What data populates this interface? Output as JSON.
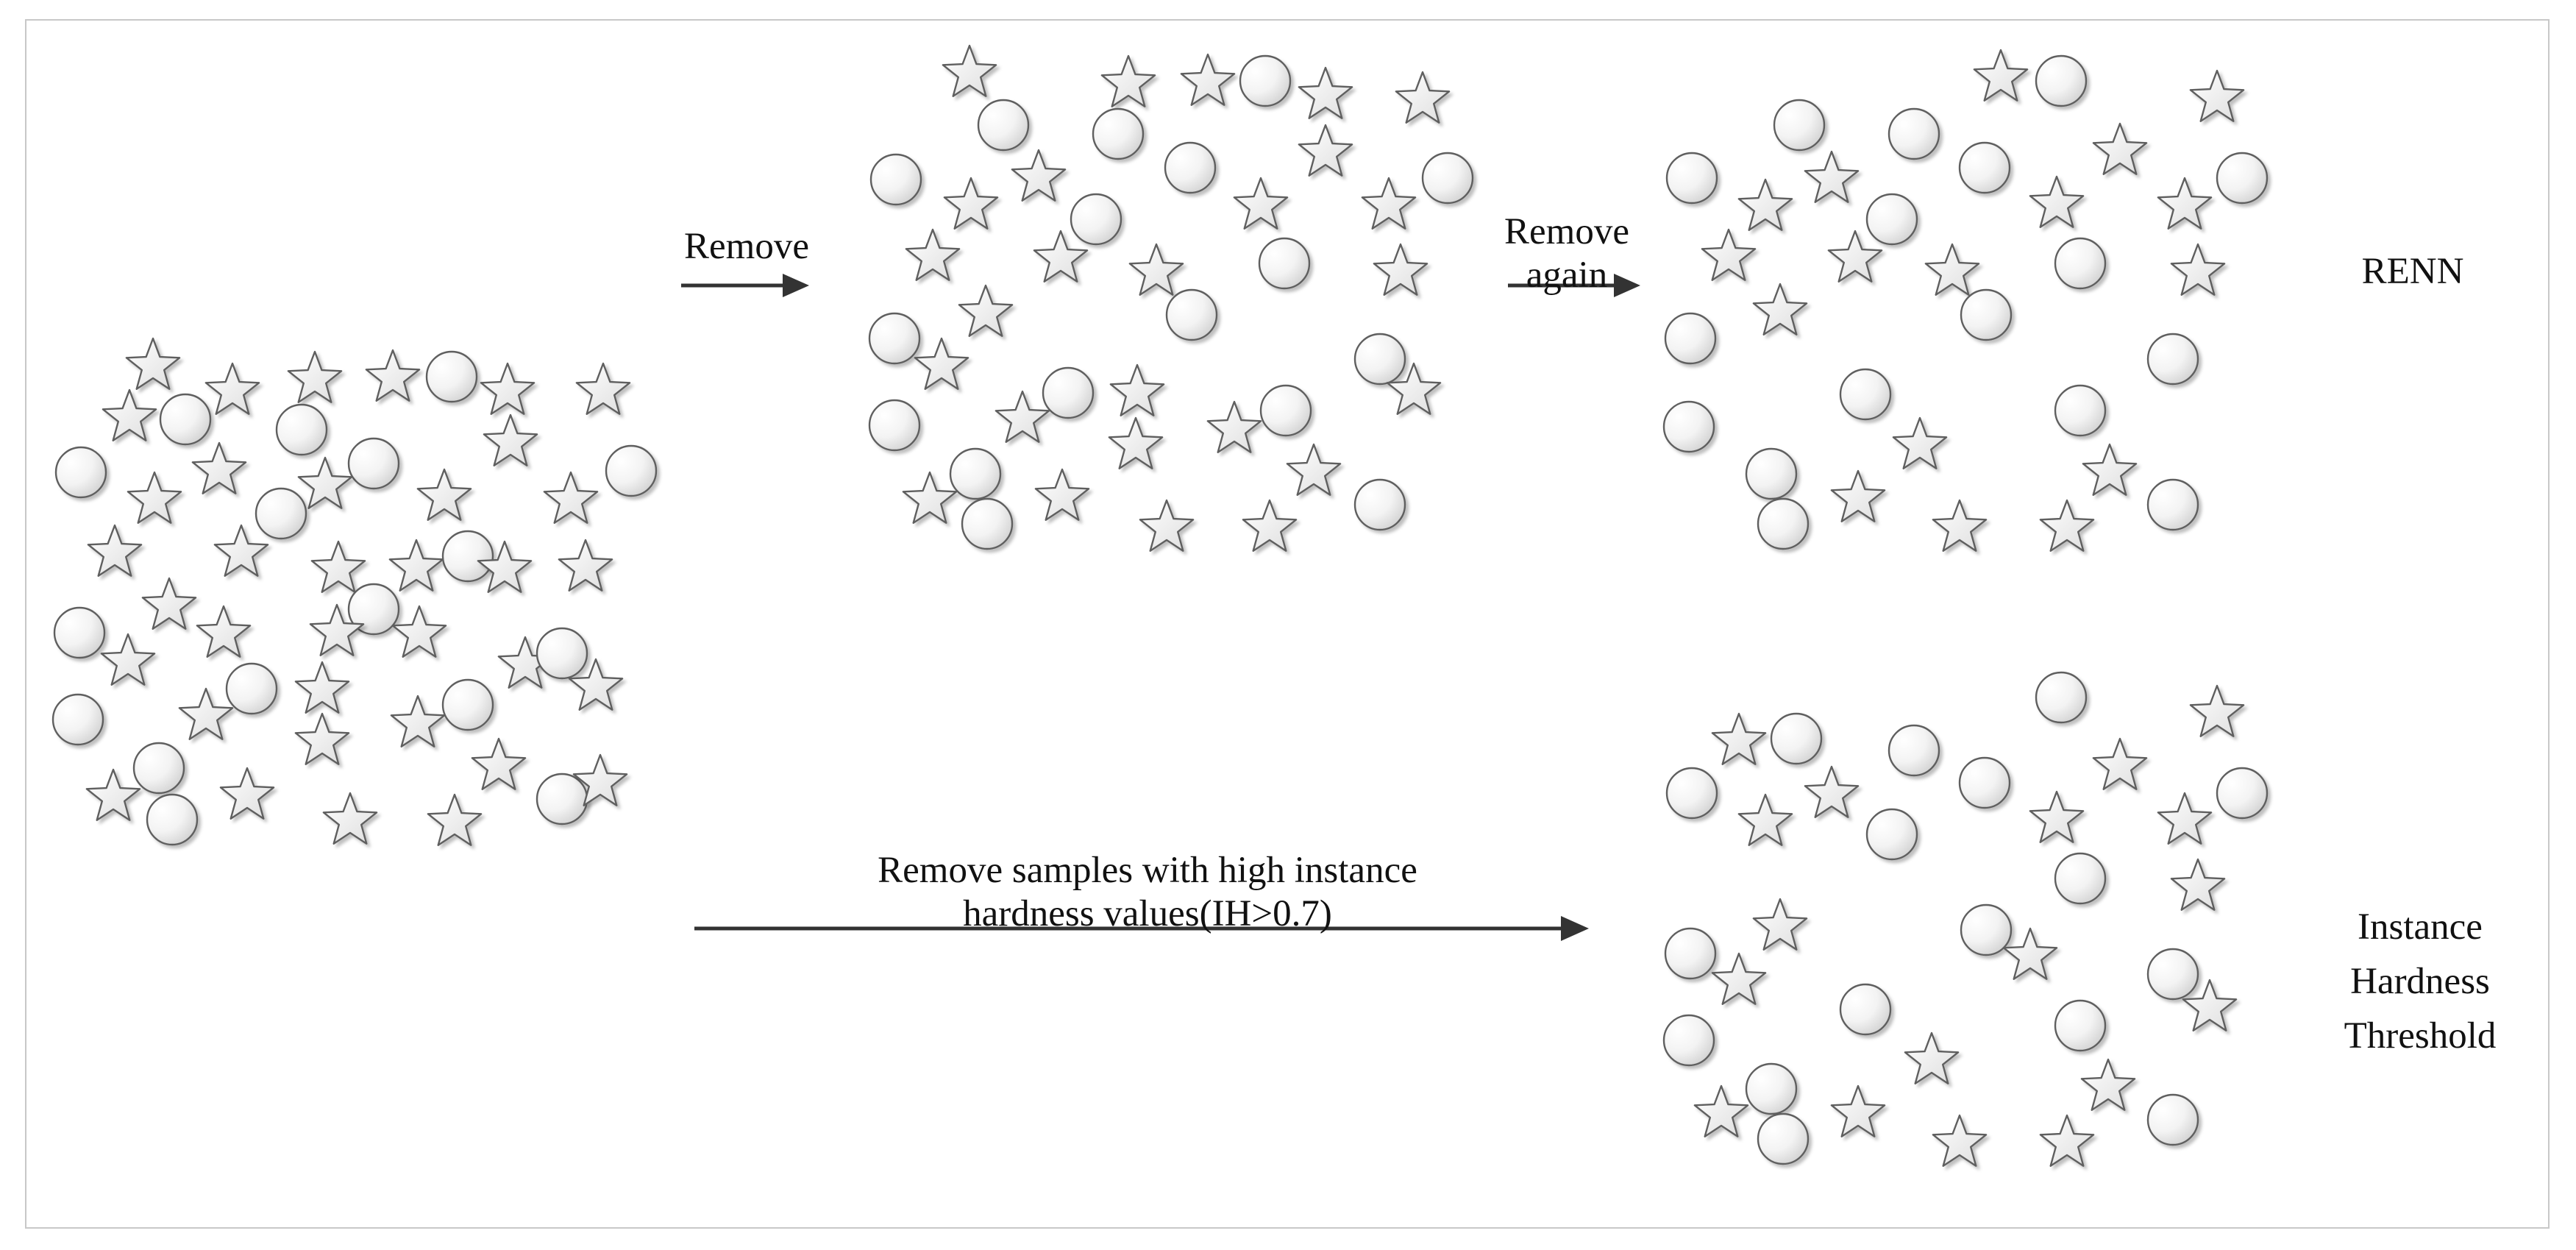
{
  "arrow_labels": {
    "remove": "Remove",
    "remove_again": "Remove\nagain",
    "threshold": "Remove samples with high instance\nhardness values(IH>0.7)"
  },
  "method_labels": {
    "renn": "RENN",
    "iht": "Instance\nHardness\nThreshold"
  },
  "colors": {
    "stroke": "#606060",
    "fill_light": "#ffffff",
    "fill_dark": "#d9d9d9",
    "arrow": "#333333"
  },
  "icons": [
    "circle-sample-icon",
    "star-sample-icon"
  ]
}
